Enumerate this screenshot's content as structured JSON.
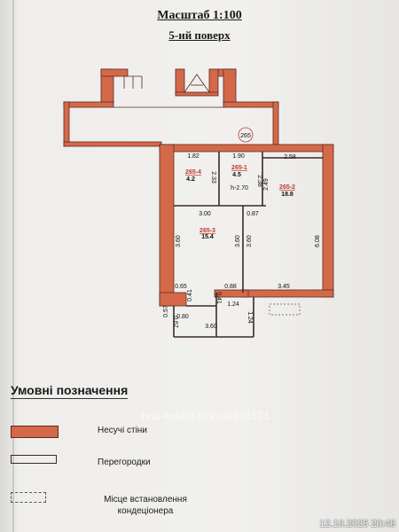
{
  "header": {
    "scale": "Масштаб 1:100",
    "floor": "5-ий поверх"
  },
  "section_number": "265",
  "rooms": [
    {
      "id": "265-4",
      "area": "4.2"
    },
    {
      "id": "265-1",
      "area": "4.5"
    },
    {
      "id": "265-2",
      "area": "18.8"
    },
    {
      "id": "265-3",
      "area": "15.4"
    }
  ],
  "ceiling_height": "h-2.70",
  "dimensions": [
    "1.82",
    "1.90",
    "2.58",
    "2.33",
    "2.38",
    "2.49",
    "3.00",
    "0.87",
    "3.60",
    "3.60",
    "3.60",
    "6.08",
    "0.65",
    "0.41",
    "0.88",
    "3.45",
    "0.57",
    "0.80",
    "0.41",
    "1.24",
    "0.67",
    "1.24",
    "3.60"
  ],
  "legend": {
    "title": "Умовні позначення",
    "items": [
      {
        "label": "Несучі стіни",
        "type": "load-bearing"
      },
      {
        "label": "Перегородки",
        "type": "partition"
      },
      {
        "label": "Місце встановлення кондеціонера",
        "type": "ac-place"
      }
    ]
  },
  "colors": {
    "wall": "#d4694a",
    "wall_edge": "#5a2a1e",
    "room_id": "#c0392b"
  },
  "watermark": "real-estate.lviv.ua/106171",
  "timestamp": "12.10.2025 20:46"
}
